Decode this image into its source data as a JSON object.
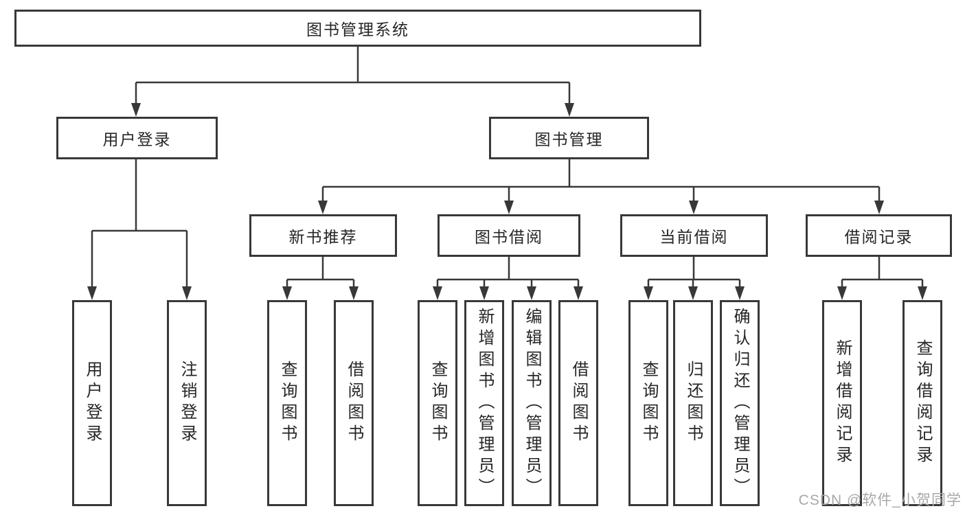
{
  "diagram": {
    "title": "图书管理系统",
    "level2": [
      {
        "label": "用户登录"
      },
      {
        "label": "图书管理"
      }
    ],
    "level3": [
      {
        "label": "新书推荐",
        "parent": "图书管理"
      },
      {
        "label": "图书借阅",
        "parent": "图书管理"
      },
      {
        "label": "当前借阅",
        "parent": "图书管理"
      },
      {
        "label": "借阅记录",
        "parent": "图书管理"
      }
    ],
    "leaves": [
      {
        "label": "用户登录",
        "parent": "用户登录"
      },
      {
        "label": "注销登录",
        "parent": "用户登录"
      },
      {
        "label": "查询图书",
        "parent": "新书推荐"
      },
      {
        "label": "借阅图书",
        "parent": "新书推荐"
      },
      {
        "label": "查询图书",
        "parent": "图书借阅"
      },
      {
        "label": "新增图书（管理员）",
        "parent": "图书借阅"
      },
      {
        "label": "编辑图书（管理员）",
        "parent": "图书借阅"
      },
      {
        "label": "借阅图书",
        "parent": "图书借阅"
      },
      {
        "label": "查询图书",
        "parent": "当前借阅"
      },
      {
        "label": "归还图书",
        "parent": "当前借阅"
      },
      {
        "label": "确认归还（管理员）",
        "parent": "当前借阅"
      },
      {
        "label": "新增借阅记录",
        "parent": "借阅记录"
      },
      {
        "label": "查询借阅记录",
        "parent": "借阅记录"
      }
    ]
  },
  "watermark": {
    "text": "CSDN @软件_小贺同学"
  },
  "colors": {
    "line": "#383838",
    "text": "#262626",
    "watermark": "#a8a8a8",
    "background": "#ffffff"
  }
}
